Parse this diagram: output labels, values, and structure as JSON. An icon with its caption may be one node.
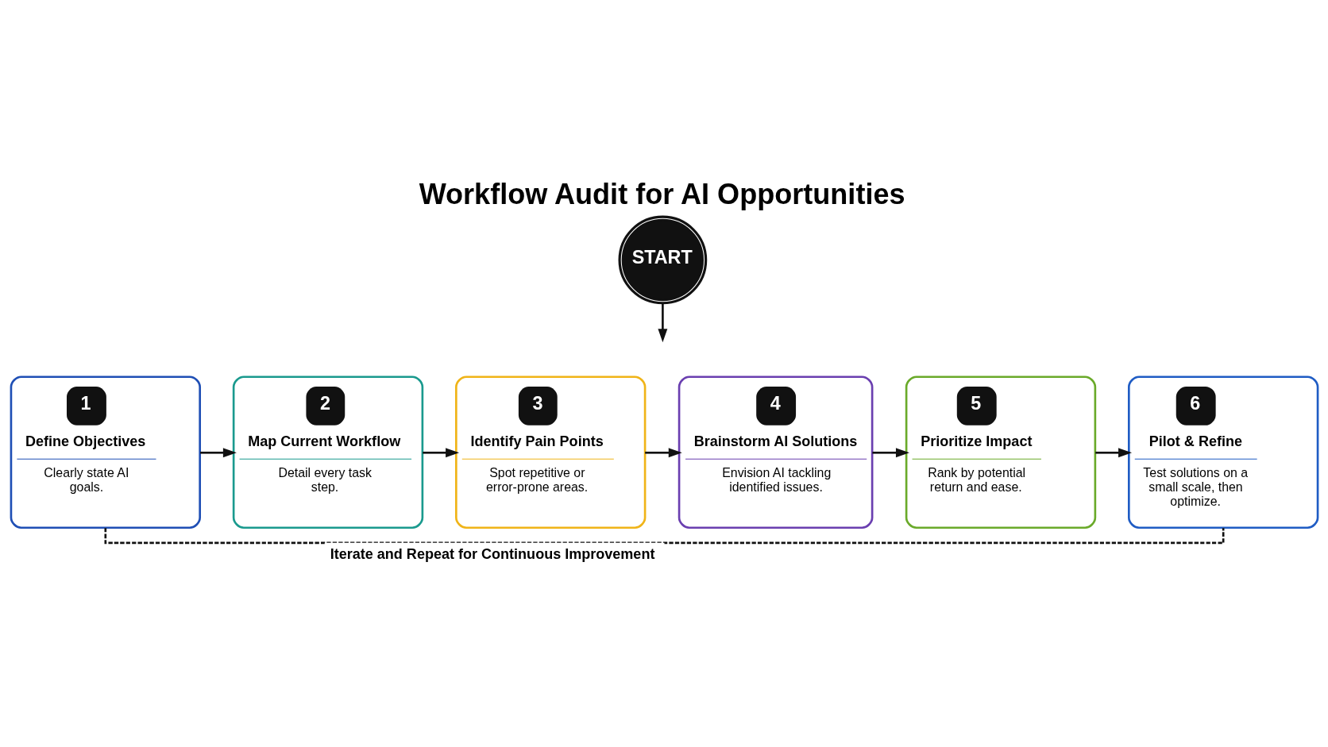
{
  "diagram": {
    "title": "Workflow Audit for AI Opportunities",
    "nodes": [
      {
        "text": [
          "START"
        ]
      },
      {
        "text": [
          "1",
          "Define Objectives",
          "Clearly state AI goals."
        ]
      },
      {
        "text": [
          "2",
          "Map Current Workflow",
          "Detail every task step."
        ]
      },
      {
        "text": [
          "3",
          "Identify Pain Points",
          "Spot repetitive or error-prone areas."
        ]
      },
      {
        "text": [
          "4",
          "Brainstorm AI Solutions",
          "Envision AI tackling identified issues."
        ]
      },
      {
        "text": [
          "5",
          "Prioritize Impact",
          "Rank by potential return and ease."
        ]
      },
      {
        "text": [
          "6",
          "Pilot & Refine",
          "Test solutions on a small scale, then optimize."
        ]
      }
    ],
    "edges": [
      {
        "from": 0,
        "to": null,
        "arrow": "to"
      },
      {
        "from": 1,
        "to": 2,
        "arrow": "to"
      },
      {
        "from": 2,
        "to": 3,
        "arrow": "to"
      },
      {
        "from": 3,
        "to": 4,
        "arrow": "to"
      },
      {
        "from": 4,
        "to": 5,
        "arrow": "to"
      },
      {
        "from": 5,
        "to": 6,
        "arrow": "to"
      },
      {
        "from": 1,
        "to": 6,
        "arrow": "none",
        "style": "dashed",
        "label": "Iterate and Repeat for Continuous Improvement"
      }
    ]
  }
}
